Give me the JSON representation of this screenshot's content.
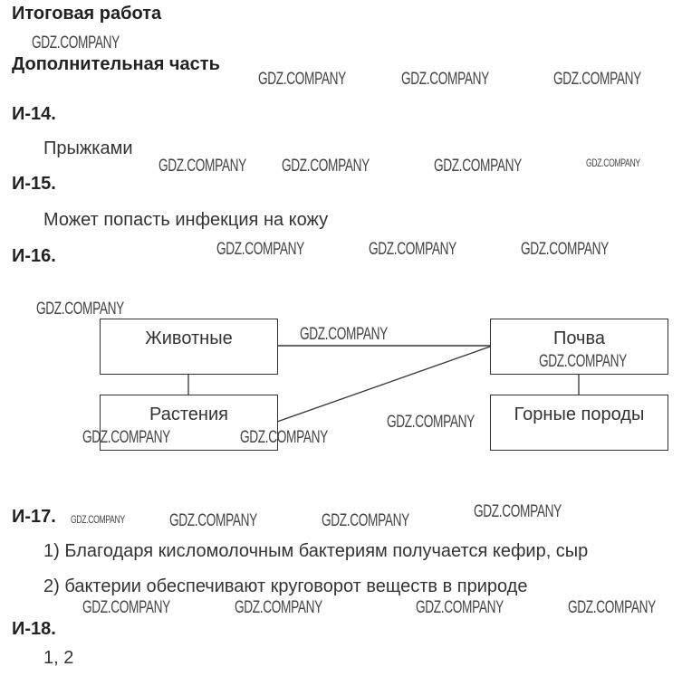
{
  "title": "Итоговая работа",
  "section": "Дополнительная часть",
  "tasks": [
    {
      "label": "И-14.",
      "answers": [
        "Прыжками"
      ]
    },
    {
      "label": "И-15.",
      "answers": [
        "Может попасть инфекция на кожу"
      ]
    },
    {
      "label": "И-16.",
      "diagram": {
        "nodes": [
          "Животные",
          "Растения",
          "Почва",
          "Горные породы"
        ],
        "edges": [
          [
            "Животные",
            "Растения"
          ],
          [
            "Животные",
            "Почва"
          ],
          [
            "Растения",
            "Почва"
          ],
          [
            "Почва",
            "Горные породы"
          ]
        ]
      }
    },
    {
      "label": "И-17.",
      "answers": [
        "1) Благодаря кисломолочным бактериям получается кефир, сыр",
        "2) бактерии обеспечивают круговорот веществ в природе"
      ]
    },
    {
      "label": "И-18.",
      "answers": [
        "1, 2"
      ]
    }
  ],
  "watermark": "GDZ.COMPANY"
}
